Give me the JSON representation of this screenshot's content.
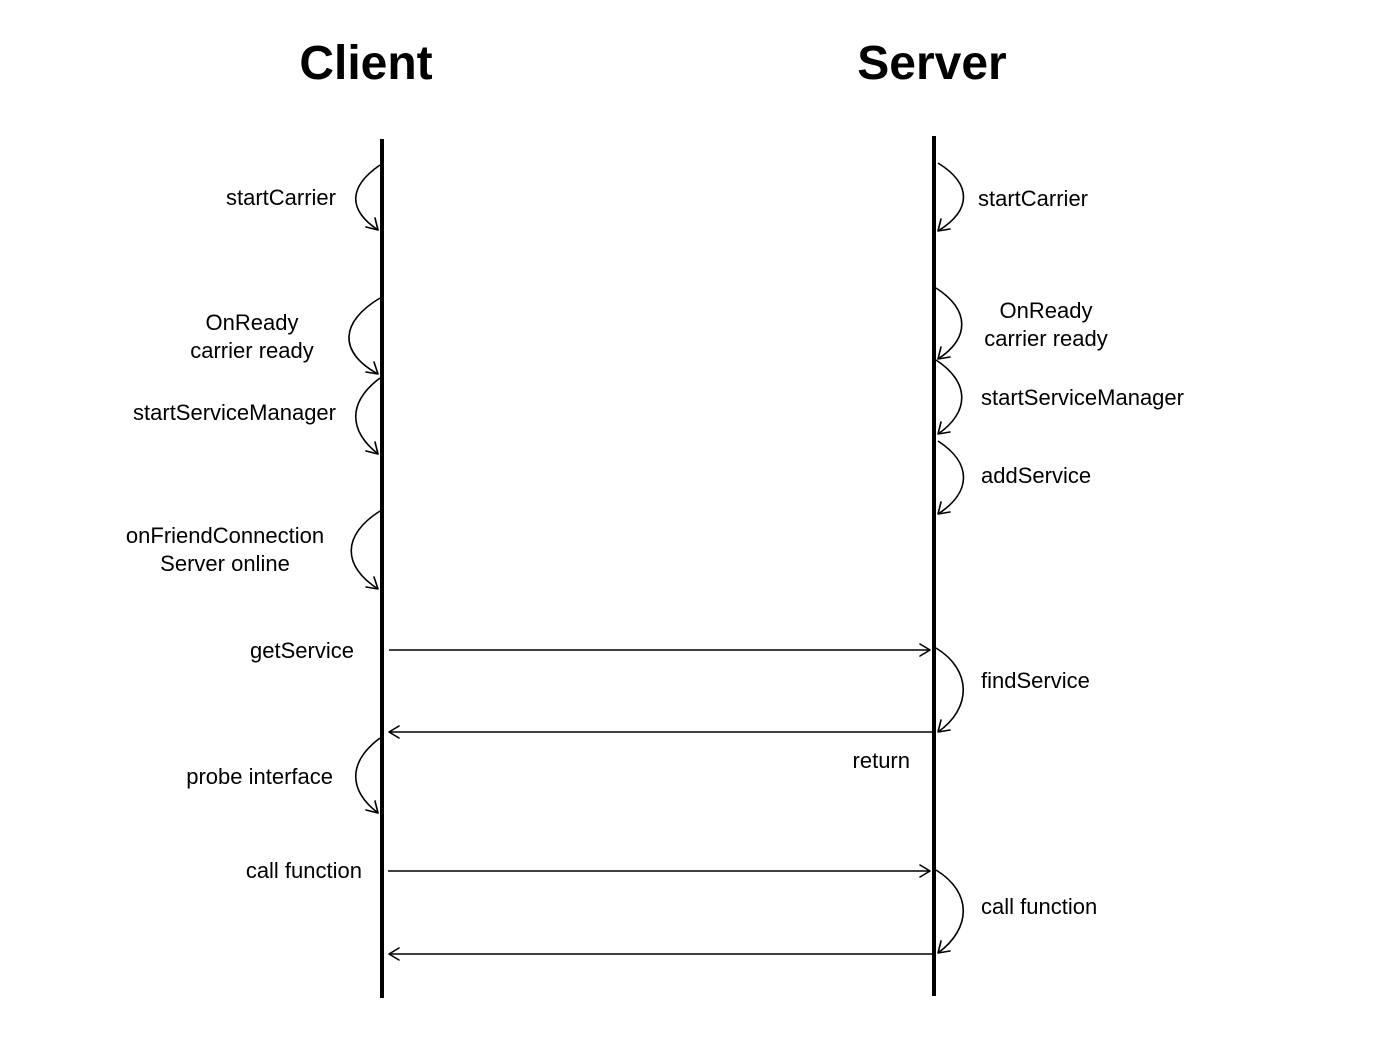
{
  "participants": {
    "client": "Client",
    "server": "Server"
  },
  "client_steps": {
    "start_carrier": "startCarrier",
    "on_ready_line1": "OnReady",
    "on_ready_line2": "carrier ready",
    "start_service_manager": "startServiceManager",
    "on_friend_line1": "onFriendConnection",
    "on_friend_line2": "Server online",
    "probe_interface": "probe interface"
  },
  "server_steps": {
    "start_carrier": "startCarrier",
    "on_ready_line1": "OnReady",
    "on_ready_line2": "carrier ready",
    "start_service_manager": "startServiceManager",
    "add_service": "addService",
    "find_service": "findService",
    "call_function": "call function"
  },
  "messages": {
    "get_service": "getService",
    "return": "return",
    "call_function": "call function"
  }
}
